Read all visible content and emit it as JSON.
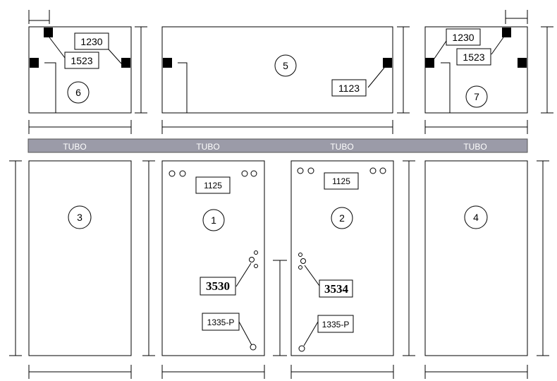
{
  "tubo": {
    "labels": [
      "TUBO",
      "TUBO",
      "TUBO",
      "TUBO"
    ],
    "color": "#9b9ba8"
  },
  "panels": {
    "p6": {
      "number": "6",
      "labels": [
        "1230",
        "1523"
      ]
    },
    "p5": {
      "number": "5",
      "labels": [
        "1123"
      ]
    },
    "p7": {
      "number": "7",
      "labels": [
        "1230",
        "1523"
      ]
    },
    "p3": {
      "number": "3"
    },
    "p1": {
      "number": "1",
      "labels": [
        "1125",
        "3530",
        "1335-P"
      ]
    },
    "p2": {
      "number": "2",
      "labels": [
        "1125",
        "3534",
        "1335-P"
      ]
    },
    "p4": {
      "number": "4"
    }
  }
}
